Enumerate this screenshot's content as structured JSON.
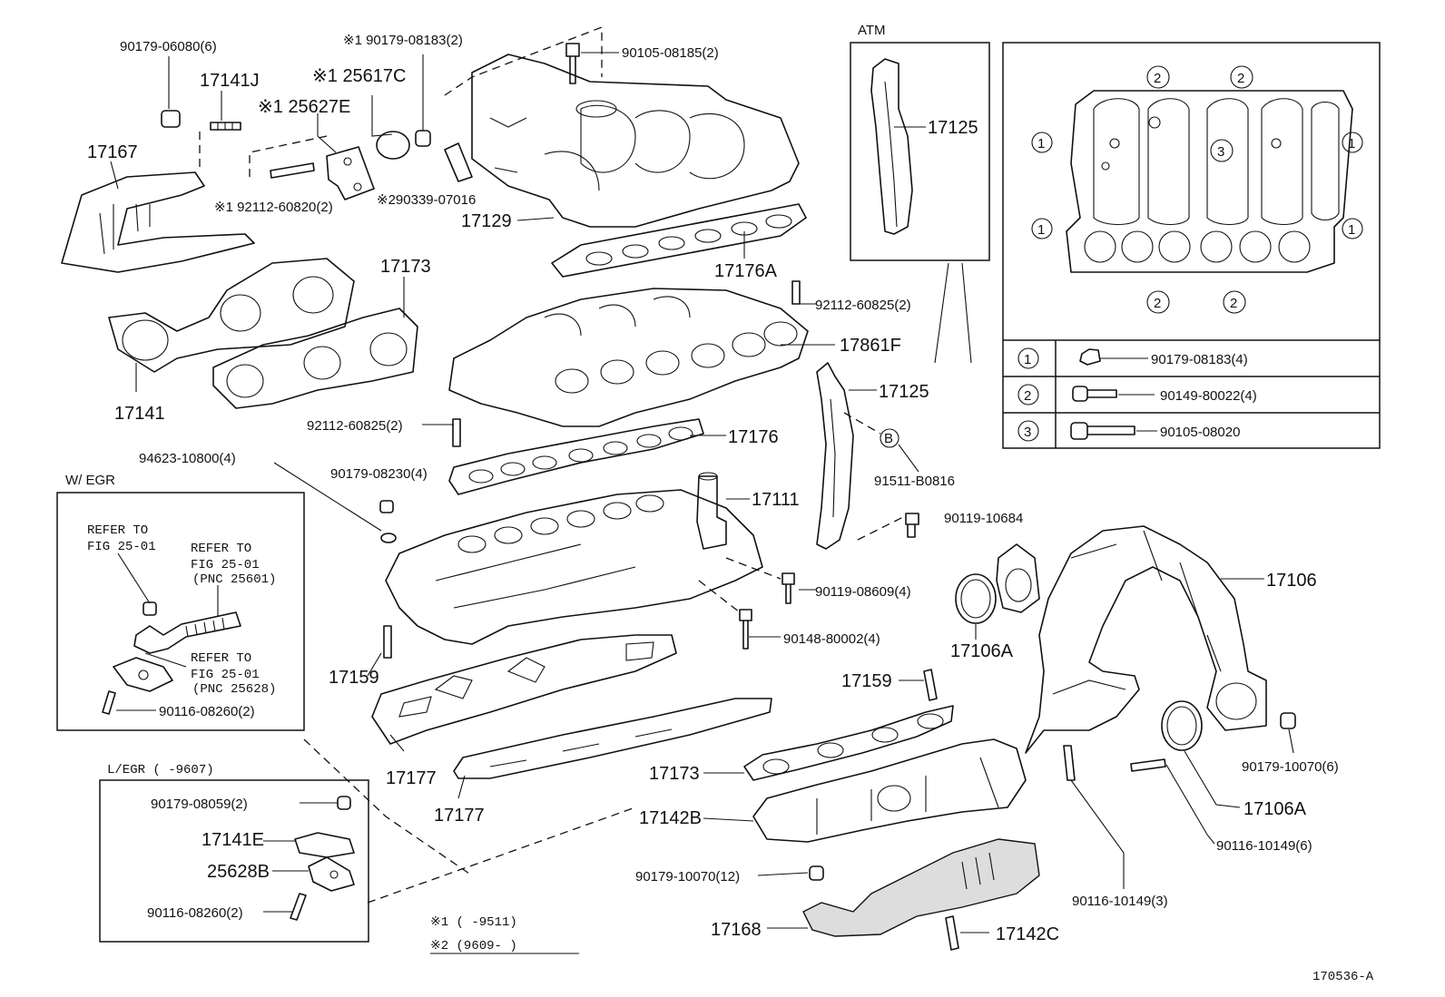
{
  "parts": {
    "p_90179_06080": "90179-06080(6)",
    "p_17141J": "17141J",
    "p_x1_90179_08183": "※1 90179-08183(2)",
    "p_90105_08185": "90105-08185(2)",
    "p_x1_25617C": "※1 25617C",
    "p_x1_25627E": "※1 25627E",
    "p_17167": "17167",
    "p_x1_92112_60820": "※1  92112-60820(2)",
    "p_x2_90339_07016": "※290339-07016",
    "p_17129": "17129",
    "p_17176A": "17176A",
    "p_17173_top": "17173",
    "p_17141": "17141",
    "p_92112_60825_a": "92112-60825(2)",
    "p_17861F": "17861F",
    "p_17125_lower": "17125",
    "p_92112_60825_b": "92112-60825(2)",
    "p_17176": "17176",
    "p_94623_10800": "94623-10800(4)",
    "p_90179_08230": "90179-08230(4)",
    "p_17111": "17111",
    "p_91511_B0816": "91511-B0816",
    "p_90119_10684": "90119-10684",
    "p_90119_08609": "90119-08609(4)",
    "p_90148_80002": "90148-80002(4)",
    "p_17106": "17106",
    "p_17106A_left": "17106A",
    "p_17159_left": "17159",
    "p_17159_right": "17159",
    "p_17177_a": "17177",
    "p_17177_b": "17177",
    "p_17173_bottom": "17173",
    "p_17142B": "17142B",
    "p_90179_10070_12": "90179-10070(12)",
    "p_17168": "17168",
    "p_17142C": "17142C",
    "p_90116_10149_3": "90116-10149(3)",
    "p_90116_10149_6": "90116-10149(6)",
    "p_17106A_right": "17106A",
    "p_90179_10070_6": "90179-10070(6)"
  },
  "atm": {
    "title": "ATM",
    "part": "17125"
  },
  "legend": {
    "row1": {
      "num": "1",
      "part": "90179-08183(4)"
    },
    "row2": {
      "num": "2",
      "part": "90149-80022(4)"
    },
    "row3": {
      "num": "3",
      "part": "90105-08020"
    }
  },
  "manifold_marks": {
    "one": "1",
    "two": "2",
    "three": "3"
  },
  "b_mark": "B",
  "w_egr": {
    "title": "W/ EGR",
    "ref1_l1": "REFER TO",
    "ref1_l2": "FIG 25-01",
    "ref2_l1": "REFER TO",
    "ref2_l2": "FIG 25-01",
    "ref2_l3": "(PNC 25601)",
    "ref3_l1": "REFER TO",
    "ref3_l2": "FIG 25-01",
    "ref3_l3": "(PNC 25628)",
    "part": "90116-08260(2)"
  },
  "l_egr": {
    "title": "L/EGR (      -9607)",
    "p1": "90179-08059(2)",
    "p2": "17141E",
    "p3": "25628B",
    "p4": "90116-08260(2)"
  },
  "footnotes": {
    "n1": "※1 (      -9511)",
    "n2": "※2 (9609-       )"
  },
  "figure_code": "170536-A"
}
